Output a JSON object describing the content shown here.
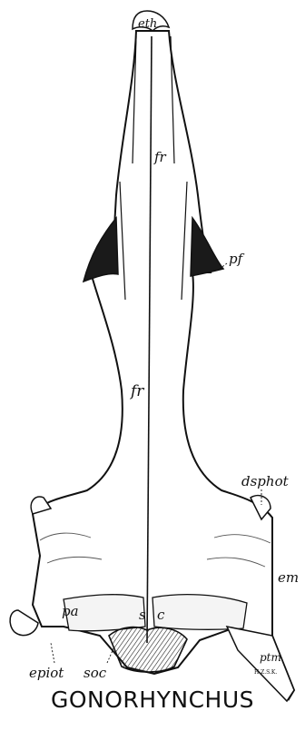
{
  "figure": {
    "title": "GONORHYNCHUS",
    "artist_initials": "H.Z.S.K.",
    "labels": {
      "eth": "eth",
      "fr_upper": "fr",
      "fr_lower": "fr",
      "pf": "pf",
      "dsphot": "dsphot",
      "em": "em",
      "pa": "pa",
      "s": "s",
      "c": "c",
      "epiot": "epiot",
      "soc": "soc",
      "ptm": "ptm"
    }
  }
}
